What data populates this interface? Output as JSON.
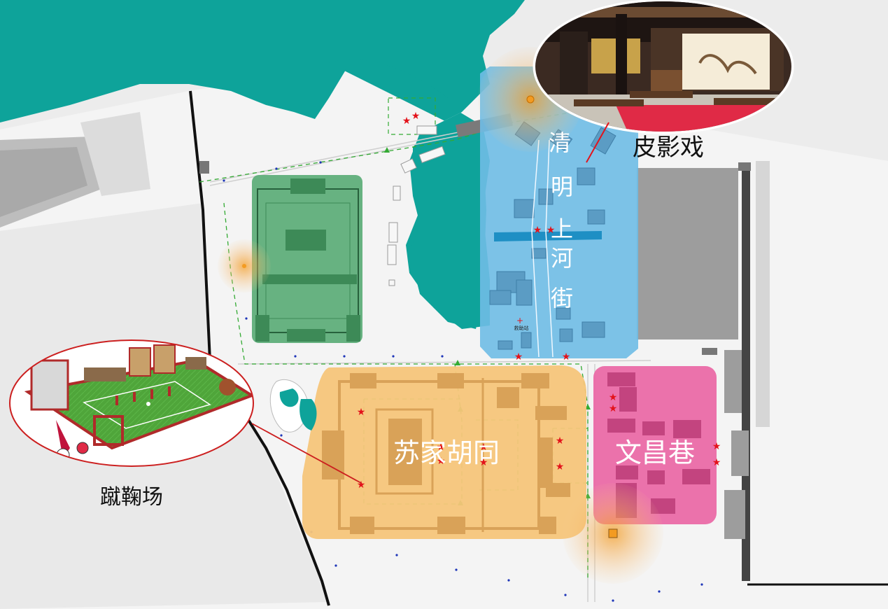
{
  "zones": {
    "qingming": {
      "label": "清明上河街",
      "chars": [
        "清",
        "明",
        "上",
        "河",
        "街"
      ],
      "color": "#6fbde6"
    },
    "sujia": {
      "label": "苏家胡同",
      "color": "#f6c57a"
    },
    "wenchang": {
      "label": "文昌巷",
      "color": "#ea6aa6"
    },
    "green_court": {
      "label": "",
      "color": "#5fae7a"
    }
  },
  "callouts": {
    "shadow_play": {
      "label": "皮影戏"
    },
    "cuju": {
      "label": "蹴鞠场"
    }
  },
  "facilities": {
    "first_aid": {
      "label": "救助站",
      "icon": "red-cross-icon"
    }
  },
  "legend_colors": {
    "water": "#0ea39a",
    "path": "#33aa33",
    "marker": "#e3131b",
    "hotspot": "#f4a73b"
  }
}
